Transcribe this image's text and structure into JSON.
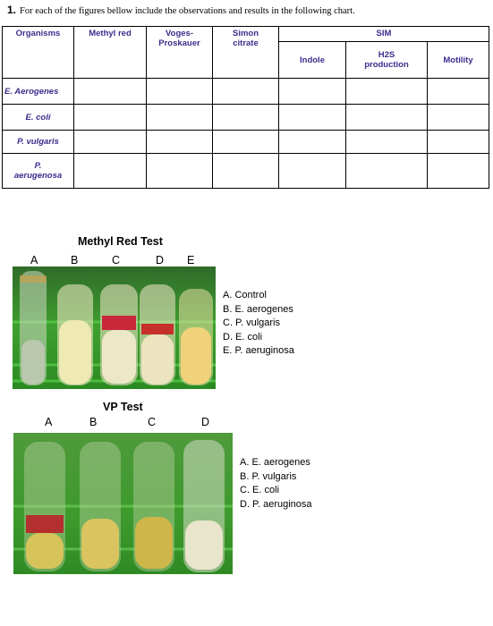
{
  "question": {
    "number": "1.",
    "text": "For each of the figures bellow include the observations and results in the following chart."
  },
  "table": {
    "headers": {
      "organisms": "Organisms",
      "methyl_red": "Methyl red",
      "voges_1": "Voges-",
      "voges_2": "Proskauer",
      "simon_1": "Simon",
      "simon_2": "citrate",
      "sim": "SIM",
      "indole": "Indole",
      "h2s_1": "H2S",
      "h2s_2": "production",
      "motility": "Motility"
    },
    "rows": [
      "E. Aerogenes",
      "E. coli",
      "P. vulgaris",
      "P.",
      "aerugenosa"
    ]
  },
  "mr": {
    "title": "Methyl Red Test",
    "letters": [
      "A",
      "B",
      "C",
      "D",
      "E"
    ],
    "legend": [
      "A.  Control",
      "B.  E. aerogenes",
      "C.  P. vulgaris",
      "D.  E. coli",
      "E.  P. aeruginosa"
    ]
  },
  "vp": {
    "title": "VP Test",
    "letters": [
      "A",
      "B",
      "C",
      "D"
    ],
    "legend": [
      "A.  E. aerogenes",
      "B.  P. vulgaris",
      "C.  E. coli",
      "D.  P. aeruginosa"
    ]
  }
}
